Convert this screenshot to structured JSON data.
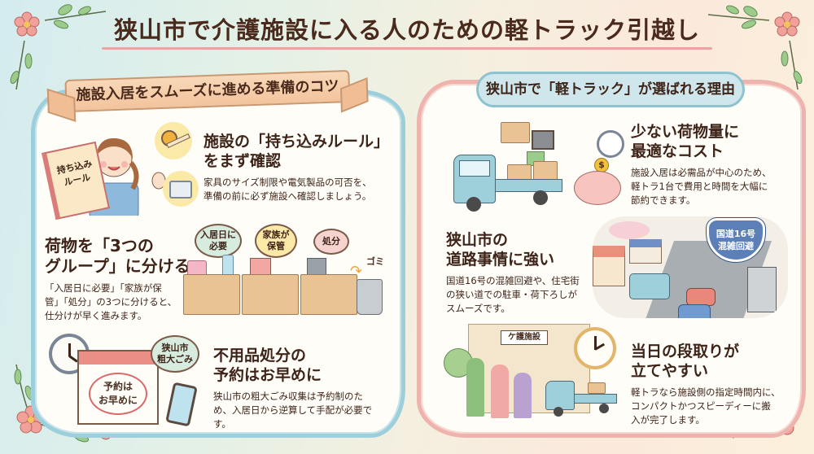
{
  "title": "狭山市で介護施設に入る人のための軽トラック引越し",
  "colors": {
    "title_underline": "#e9a5a0",
    "left_border": "#9ccfdb",
    "right_border": "#efb3ad",
    "text": "#3e2418",
    "truck": "#9ed0dc",
    "ribbon": "#f4c9a3"
  },
  "left_section": {
    "heading": "施設入居をスムーズに進める準備のコツ",
    "items": [
      {
        "title_line1": "施設の「持ち込みルール」",
        "title_line2": "をまず確認",
        "body_line1": "家具のサイズ制限や電気製品の可否を、",
        "body_line2": "準備の前に必ず施設へ確認しましょう。",
        "illustration": {
          "book_label_line1": "持ち込み",
          "book_label_line2": "ルール",
          "icons": [
            "staff-woman-icon",
            "tape-measure-icon",
            "microwave-icon"
          ]
        }
      },
      {
        "title_line1": "荷物を「3つの",
        "title_line2": "グループ」に分ける",
        "body_line1": "「入居日に必要」「家族が保",
        "body_line2": "管」「処分」の3つに分けると、",
        "body_line3": "仕分けが早く進みます。",
        "illustration": {
          "bubbles": [
            "入居日に必要",
            "家族が保管",
            "処分"
          ],
          "bubble_lines": [
            [
              "入居日に",
              "必要"
            ],
            [
              "家族が",
              "保管"
            ],
            [
              "処分"
            ]
          ],
          "trash_label": "ゴミ"
        }
      },
      {
        "title_line1": "不用品処分の",
        "title_line2": "予約はお早めに",
        "body_line1": "狭山市の粗大ごみ収集は予約制のた",
        "body_line2": "め、入居日から逆算して手配が必要で",
        "body_line3": "す。",
        "illustration": {
          "calendar_line1": "予約は",
          "calendar_line2": "お早めに",
          "bubble_line1": "狭山市",
          "bubble_line2": "粗大ごみ"
        }
      }
    ]
  },
  "right_section": {
    "heading": "狭山市で「軽トラック」が選ばれる理由",
    "items": [
      {
        "title_line1": "少ない荷物量に",
        "title_line2": "最適なコスト",
        "body_line1": "施設入居は必需品が中心のため、",
        "body_line2": "軽トラ1台で費用と時間を大幅に",
        "body_line3": "節約できます。",
        "illustration": {
          "coin_symbol": "$",
          "icons": [
            "kei-truck-icon",
            "stopwatch-icon",
            "piggy-bank-icon"
          ]
        }
      },
      {
        "title_line1": "狭山市の",
        "title_line2": "道路事情に強い",
        "body_line1": "国道16号の混雑回避や、住宅街",
        "body_line2": "の狭い道での駐車・荷下ろしが",
        "body_line3": "スムーズです。",
        "illustration": {
          "sign_line1": "国道16号",
          "sign_line2": "混雑回避"
        }
      },
      {
        "title_line1": "当日の段取りが",
        "title_line2": "立てやすい",
        "body_line1": "軽トラなら施設側の指定時間内に、",
        "body_line2": "コンパクトかつスピーディーに搬",
        "body_line3": "入が完了します。",
        "illustration": {
          "facility_sign": "ケ護施設"
        }
      }
    ]
  }
}
